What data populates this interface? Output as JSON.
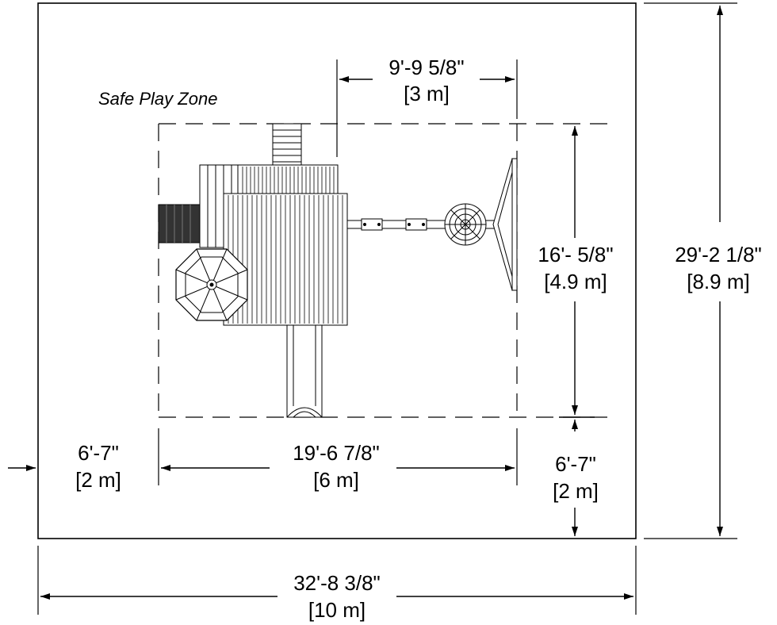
{
  "title": "Safe Play Zone",
  "dimensions": {
    "play_width": {
      "imperial": "9'-9 5/8\"",
      "metric": "[3 m]"
    },
    "play_depth": {
      "imperial": "16'- 5/8\"",
      "metric": "[4.9 m]"
    },
    "total_depth": {
      "imperial": "29'-2 1/8\"",
      "metric": "[8.9 m]"
    },
    "left_clearance": {
      "imperial": "6'-7\"",
      "metric": "[2 m]"
    },
    "inner_width": {
      "imperial": "19'-6 7/8\"",
      "metric": "[6 m]"
    },
    "bottom_clearance": {
      "imperial": "6'-7\"",
      "metric": "[2 m]"
    },
    "total_width": {
      "imperial": "32'-8 3/8\"",
      "metric": "[10 m]"
    }
  },
  "colors": {
    "line": "#000000",
    "fill": "#ffffff",
    "dark_fill": "#333333"
  }
}
